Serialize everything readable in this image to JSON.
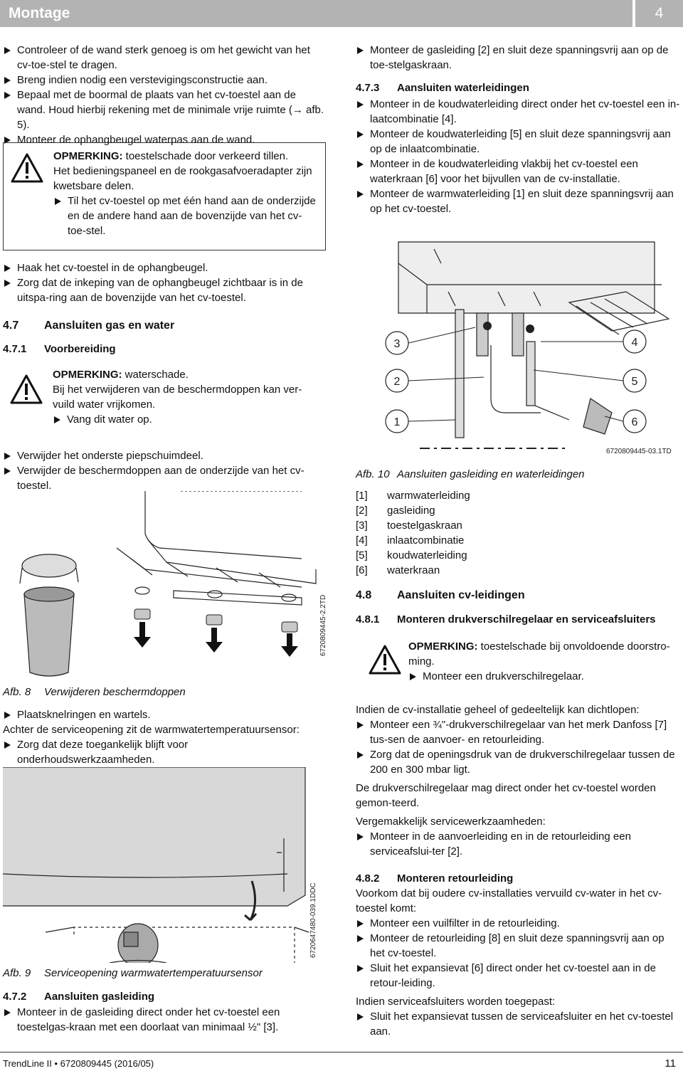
{
  "header": {
    "title": "Montage",
    "page_number": "4"
  },
  "left": {
    "bullets1": [
      "Controleer of de wand sterk genoeg is om het gewicht van het cv-toe-stel te dragen.",
      "Breng indien nodig een verstevigingsconstructie aan.",
      "Bepaal met de boormal de plaats van het cv-toestel aan de wand. Houd hierbij rekening met de minimale vrije ruimte (→ afb. 5).",
      "Monteer de ophangbeugel waterpas aan de wand."
    ],
    "notice1": {
      "label": "OPMERKING:",
      "title": "toestelschade door verkeerd tillen.",
      "text": "Het bedieningspaneel en de rookgasafvoeradapter zijn kwetsbare delen.",
      "bullet": "Til het cv-toestel op met één hand aan de onderzijde en de andere hand aan de bovenzijde van het cv-toe-stel."
    },
    "bullets2": [
      "Haak het cv-toestel in de ophangbeugel.",
      "Zorg dat de inkeping van de ophangbeugel zichtbaar is in de uitspa-ring aan de bovenzijde van het cv-toestel."
    ],
    "sec47": {
      "num": "4.7",
      "title": "Aansluiten gas en water"
    },
    "sec471": {
      "num": "4.7.1",
      "title": "Voorbereiding"
    },
    "notice2": {
      "label": "OPMERKING:",
      "title": "waterschade.",
      "text": "Bij het verwijderen van de beschermdoppen kan ver-vuild water vrijkomen.",
      "bullet": "Vang dit water op."
    },
    "bullets3": [
      "Verwijder het onderste piepschuimdeel.",
      "Verwijder de beschermdoppen aan de onderzijde van het cv-toestel."
    ],
    "fig8": {
      "code": "6720809445-2.2TD",
      "num": "Afb. 8",
      "caption": "Verwijderen beschermdoppen"
    },
    "bullet_after8": "Plaatsknelringen en wartels.",
    "para_service": "Achter de serviceopening zit de warmwatertemperatuursensor:",
    "bullet_service": "Zorg dat deze toegankelijk blijft voor onderhoudswerkzaamheden.",
    "fig9": {
      "code": "6720647480-039.1DDC",
      "num": "Afb. 9",
      "caption": "Serviceopening warmwatertemperatuursensor"
    },
    "sec472": {
      "num": "4.7.2",
      "title": "Aansluiten gasleiding"
    },
    "bullet_gas": "Monteer in de gasleiding direct onder het cv-toestel een toestelgas-kraan met een doorlaat van minimaal ½\" [3]."
  },
  "right": {
    "bullet_gas2": "Monteer de gasleiding [2] en sluit deze spanningsvrij aan op de toe-stelgaskraan.",
    "sec473": {
      "num": "4.7.3",
      "title": "Aansluiten waterleidingen"
    },
    "bullets_water": [
      "Monteer in de koudwaterleiding direct onder het cv-toestel een in-laatcombinatie [4].",
      "Monteer de koudwaterleiding [5] en sluit deze spanningsvrij aan op de inlaatcombinatie.",
      "Monteer in de koudwaterleiding vlakbij het cv-toestel een waterkraan [6] voor het bijvullen van de cv-installatie.",
      "Monteer de warmwaterleiding [1] en sluit deze spanningsvrij aan op het cv-toestel."
    ],
    "fig10": {
      "code": "6720809445-03.1TD",
      "num": "Afb. 10",
      "caption": "Aansluiten gasleiding en waterleidingen",
      "callouts": [
        "3",
        "4",
        "2",
        "5",
        "1",
        "6"
      ]
    },
    "legend": [
      {
        "key": "[1]",
        "value": "warmwaterleiding"
      },
      {
        "key": "[2]",
        "value": "gasleiding"
      },
      {
        "key": "[3]",
        "value": "toestelgaskraan"
      },
      {
        "key": "[4]",
        "value": "inlaatcombinatie"
      },
      {
        "key": "[5]",
        "value": "koudwaterleiding"
      },
      {
        "key": "[6]",
        "value": "waterkraan"
      }
    ],
    "sec48": {
      "num": "4.8",
      "title": "Aansluiten cv-leidingen"
    },
    "sec481": {
      "num": "4.8.1",
      "title": "Monteren drukverschilregelaar en serviceafsluiters"
    },
    "notice3": {
      "label": "OPMERKING:",
      "title": "toestelschade bij onvoldoende doorstro-ming.",
      "bullet": "Monteer een drukverschilregelaar."
    },
    "para_install": "Indien de cv-installatie geheel of gedeeltelijk kan dichtlopen:",
    "bullets_install": [
      "Monteer een ¾\"-drukverschilregelaar van het merk Danfoss [7] tus-sen de aanvoer- en retourleiding.",
      "Zorg dat de openingsdruk van de drukverschilregelaar tussen de 200 en 300 mbar ligt."
    ],
    "para_direct": "De drukverschilregelaar mag direct onder het cv-toestel worden gemon-teerd.",
    "para_service": "Vergemakkelijk servicewerkzaamheden:",
    "bullet_service": "Monteer in de aanvoerleiding en in de retourleiding een serviceafslui-ter [2].",
    "sec482": {
      "num": "4.8.2",
      "title": "Monteren retourleiding"
    },
    "para_retour": "Voorkom dat bij oudere cv-installaties vervuild cv-water in het cv-toestel komt:",
    "bullets_retour": [
      "Monteer een vuilfilter in de retourleiding.",
      "Monteer de retourleiding [8] en sluit deze spanningsvrij aan op het cv-toestel.",
      "Sluit het expansievat [6] direct onder het cv-toestel aan in de retour-leiding."
    ],
    "para_indien": "Indien serviceafsluiters worden toegepast:",
    "bullet_indien": "Sluit het expansievat tussen de serviceafsluiter en het cv-toestel aan."
  },
  "footer": {
    "left": "TrendLine II • 6720809445 (2016/05)",
    "page": "11"
  }
}
